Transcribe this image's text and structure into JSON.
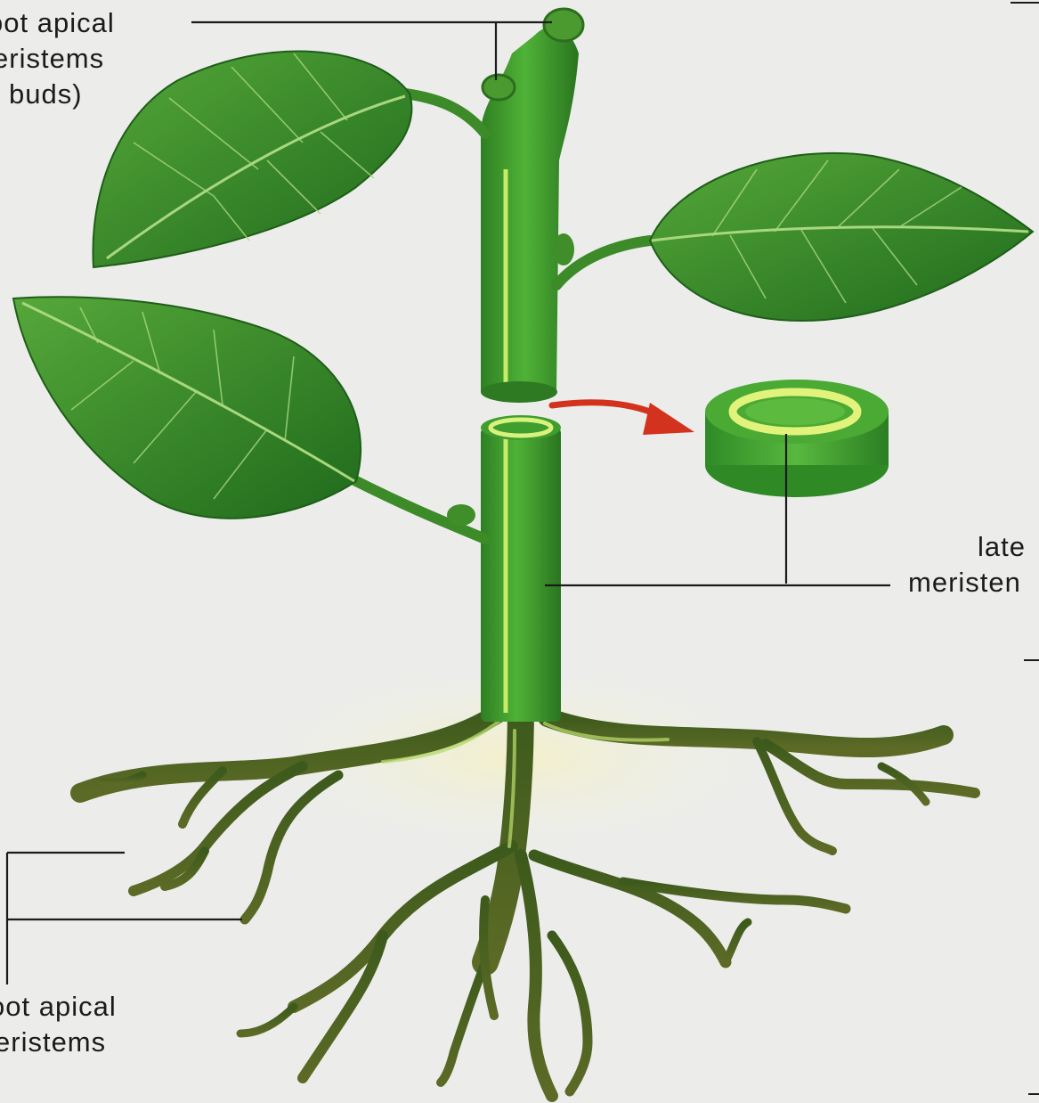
{
  "labels": {
    "shoot_apical": {
      "lines": [
        "oot apical",
        "eristems",
        "buds)"
      ]
    },
    "lateral": {
      "lines": [
        "late",
        "meristen"
      ]
    },
    "root_apical": {
      "lines": [
        "oot apical",
        "eristems"
      ]
    }
  },
  "colors": {
    "background": "#ecedeb",
    "stem": "#3f9e2e",
    "stem_highlight": "#c8ec6a",
    "leaf": "#3a8f2c",
    "leaf_vein": "#a9d77e",
    "root": "#4d5a1e",
    "arrow": "#d2321e",
    "leader_line": "#1b1b1b"
  }
}
